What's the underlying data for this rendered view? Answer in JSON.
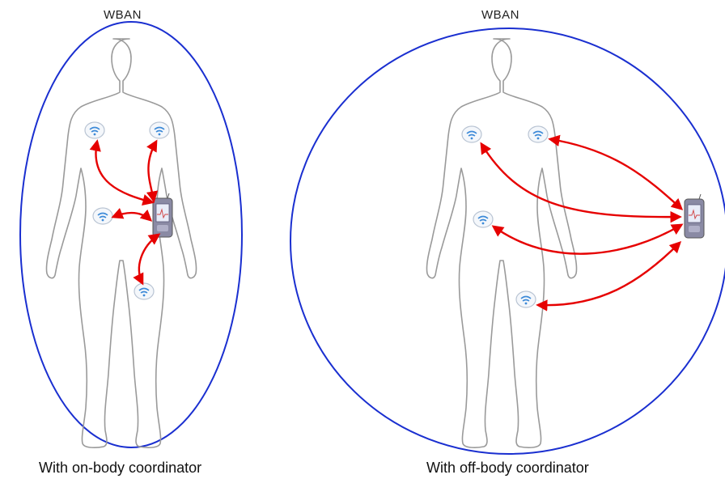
{
  "panels": [
    {
      "label": "WBAN",
      "caption": "With on-body coordinator"
    },
    {
      "label": "WBAN",
      "caption": "With off-body coordinator"
    }
  ],
  "colors": {
    "boundary": "#1a2fd0",
    "link": "#e60000",
    "body_outline": "#9a9a9a",
    "sensor": "#4a90d9",
    "coordinator": "#6a6a8a"
  },
  "icons": {
    "sensor": "wireless-sensor-icon",
    "coordinator": "pda-coordinator-icon"
  }
}
